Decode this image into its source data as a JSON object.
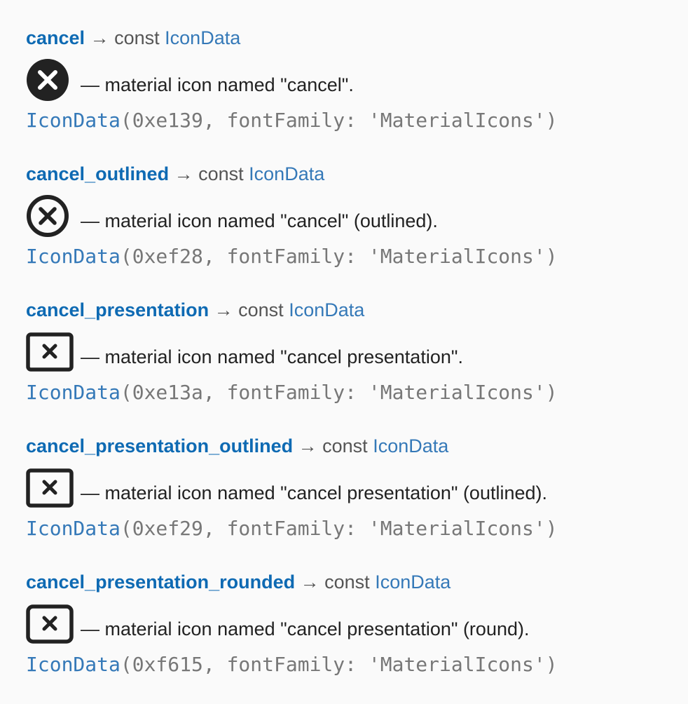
{
  "arrow": "→",
  "const_keyword": "const",
  "type_name": "IconData",
  "entries": [
    {
      "name": "cancel",
      "icon": "cancel-filled-icon",
      "description": "— material icon named \"cancel\".",
      "code_class": "IconData",
      "code_args": "(0xe139, fontFamily: 'MaterialIcons')"
    },
    {
      "name": "cancel_outlined",
      "icon": "cancel-outlined-icon",
      "description": "— material icon named \"cancel\" (outlined).",
      "code_class": "IconData",
      "code_args": "(0xef28, fontFamily: 'MaterialIcons')"
    },
    {
      "name": "cancel_presentation",
      "icon": "cancel-presentation-icon",
      "description": "— material icon named \"cancel presentation\".",
      "code_class": "IconData",
      "code_args": "(0xe13a, fontFamily: 'MaterialIcons')"
    },
    {
      "name": "cancel_presentation_outlined",
      "icon": "cancel-presentation-outlined-icon",
      "description": "— material icon named \"cancel presentation\" (outlined).",
      "code_class": "IconData",
      "code_args": "(0xef29, fontFamily: 'MaterialIcons')"
    },
    {
      "name": "cancel_presentation_rounded",
      "icon": "cancel-presentation-rounded-icon",
      "description": "— material icon named \"cancel presentation\" (round).",
      "code_class": "IconData",
      "code_args": "(0xf615, fontFamily: 'MaterialIcons')"
    }
  ]
}
